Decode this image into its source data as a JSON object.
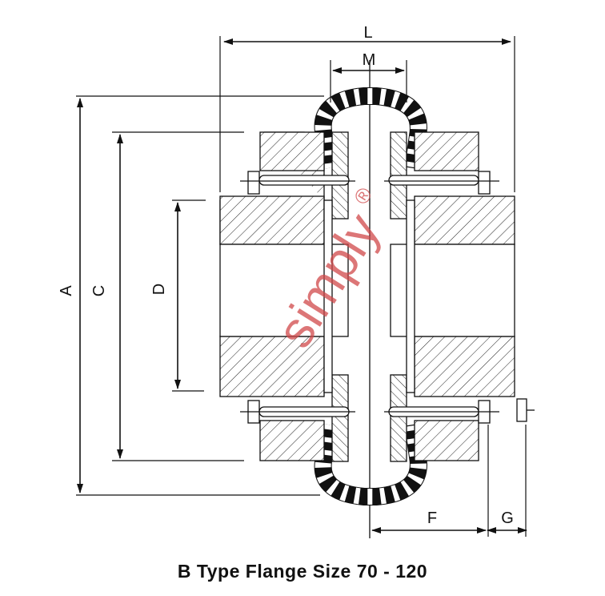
{
  "title": "B Type Flange Size 70 - 120",
  "dimensions": {
    "L": "L",
    "M": "M",
    "A": "A",
    "C": "C",
    "D": "D",
    "F": "F",
    "G": "G"
  },
  "watermark": {
    "text": "simply",
    "mark": "®",
    "color": "#d0484a"
  }
}
